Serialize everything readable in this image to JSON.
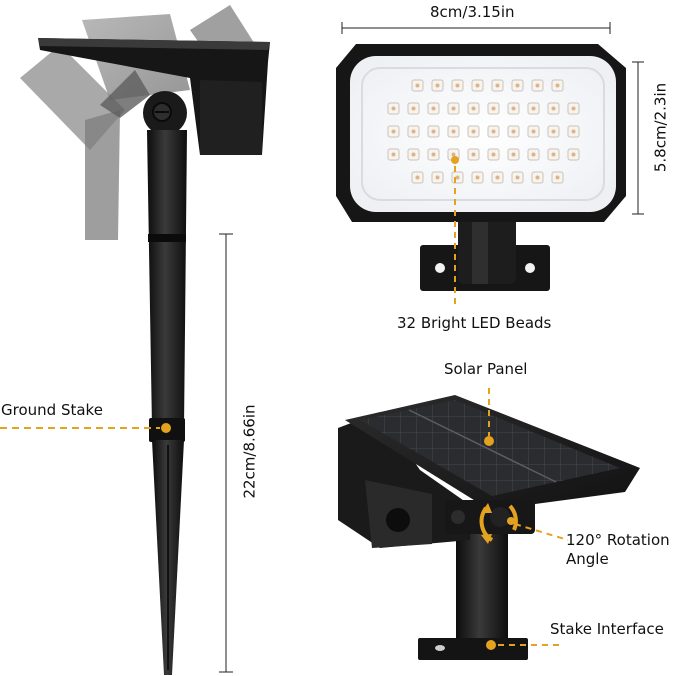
{
  "dimensions": {
    "width": "8cm/3.15in",
    "height": "5.8cm/2.3in",
    "stake_length": "22cm/8.66in"
  },
  "callouts": {
    "led_beads": "32 Bright LED Beads",
    "solar_panel": "Solar Panel",
    "ground_stake": "Ground Stake",
    "rotation": "120° Rotation Angle",
    "stake_interface": "Stake Interface"
  },
  "colors": {
    "accent": "#e3a21f",
    "body": "#1b1b1b",
    "led_panel": "#ffffff"
  }
}
